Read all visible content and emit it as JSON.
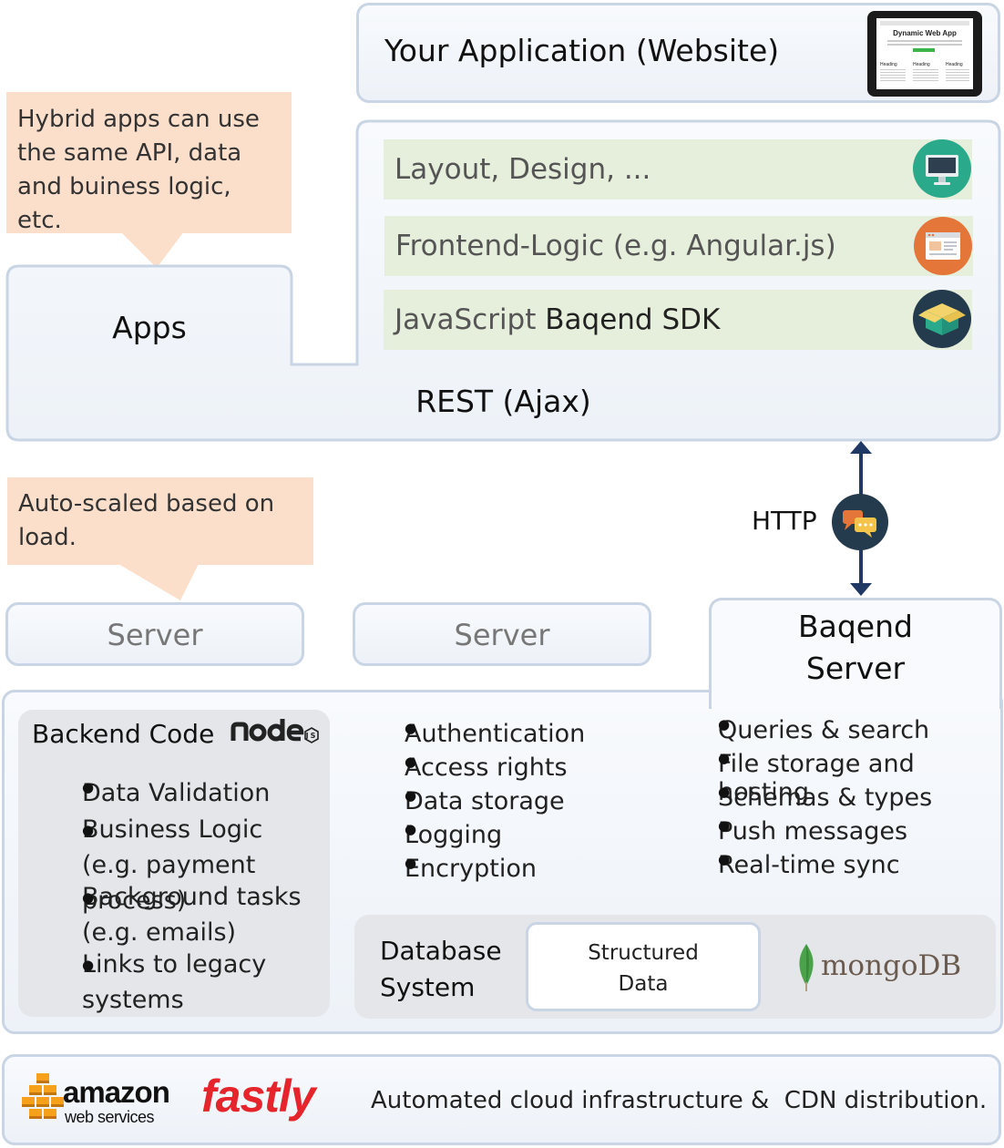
{
  "top": {
    "app_title": "Your Application",
    "app_subtitle": "(Website)",
    "tablet_title": "Dynamic Web App",
    "tablet_headings": [
      "Heading",
      "Heading",
      "Heading"
    ]
  },
  "callouts": {
    "hybrid": "Hybrid apps can use the same API, data and buiness logic, etc.",
    "autoscale": "Auto-scaled based on load."
  },
  "client": {
    "apps_label": "Apps",
    "rest_label": "REST (Ajax)",
    "layers": [
      {
        "text": "Layout, Design, ...",
        "icon": "monitor-icon",
        "color": "#2aa98b"
      },
      {
        "text": "Frontend-Logic (e.g. Angular.js)",
        "icon": "browser-window-icon",
        "color": "#e4763a"
      },
      {
        "prefix": "JavaScript ",
        "bold": "Baqend SDK",
        "icon": "package-box-icon",
        "color": "#243a4d"
      }
    ]
  },
  "http": {
    "label": "HTTP",
    "icon": "chat-bubbles-icon"
  },
  "servers": {
    "server1": "Server",
    "server2": "Server",
    "baqend": "Baqend Server"
  },
  "backend": {
    "title": "Backend Code",
    "logo": "node-js",
    "items": [
      "Data Validation",
      "Business Logic (e.g. payment process)",
      "Background tasks (e.g. emails)",
      "Links to legacy systems"
    ]
  },
  "features_col1": [
    "Authentication",
    "Access rights",
    "Data storage",
    "Logging",
    "Encryption"
  ],
  "features_col2": [
    "Queries & search",
    "File storage and hosting",
    "Schemas & types",
    "Push messages",
    "Real-time sync"
  ],
  "database": {
    "label": "Database System",
    "structured": "Structured Data",
    "logo_text": "mongoDB"
  },
  "footer": {
    "amazon": "amazon",
    "webservices": "web services",
    "fastly": "fastly",
    "text": "Automated cloud infrastructure &  CDN distribution."
  },
  "colors": {
    "box_border": "#c9d5e4",
    "callout": "#fbdfcb",
    "layer": "#e6efdc",
    "arrow": "#1f3864",
    "fastly": "#e5242b",
    "amazon_orange": "#f7a01c"
  }
}
